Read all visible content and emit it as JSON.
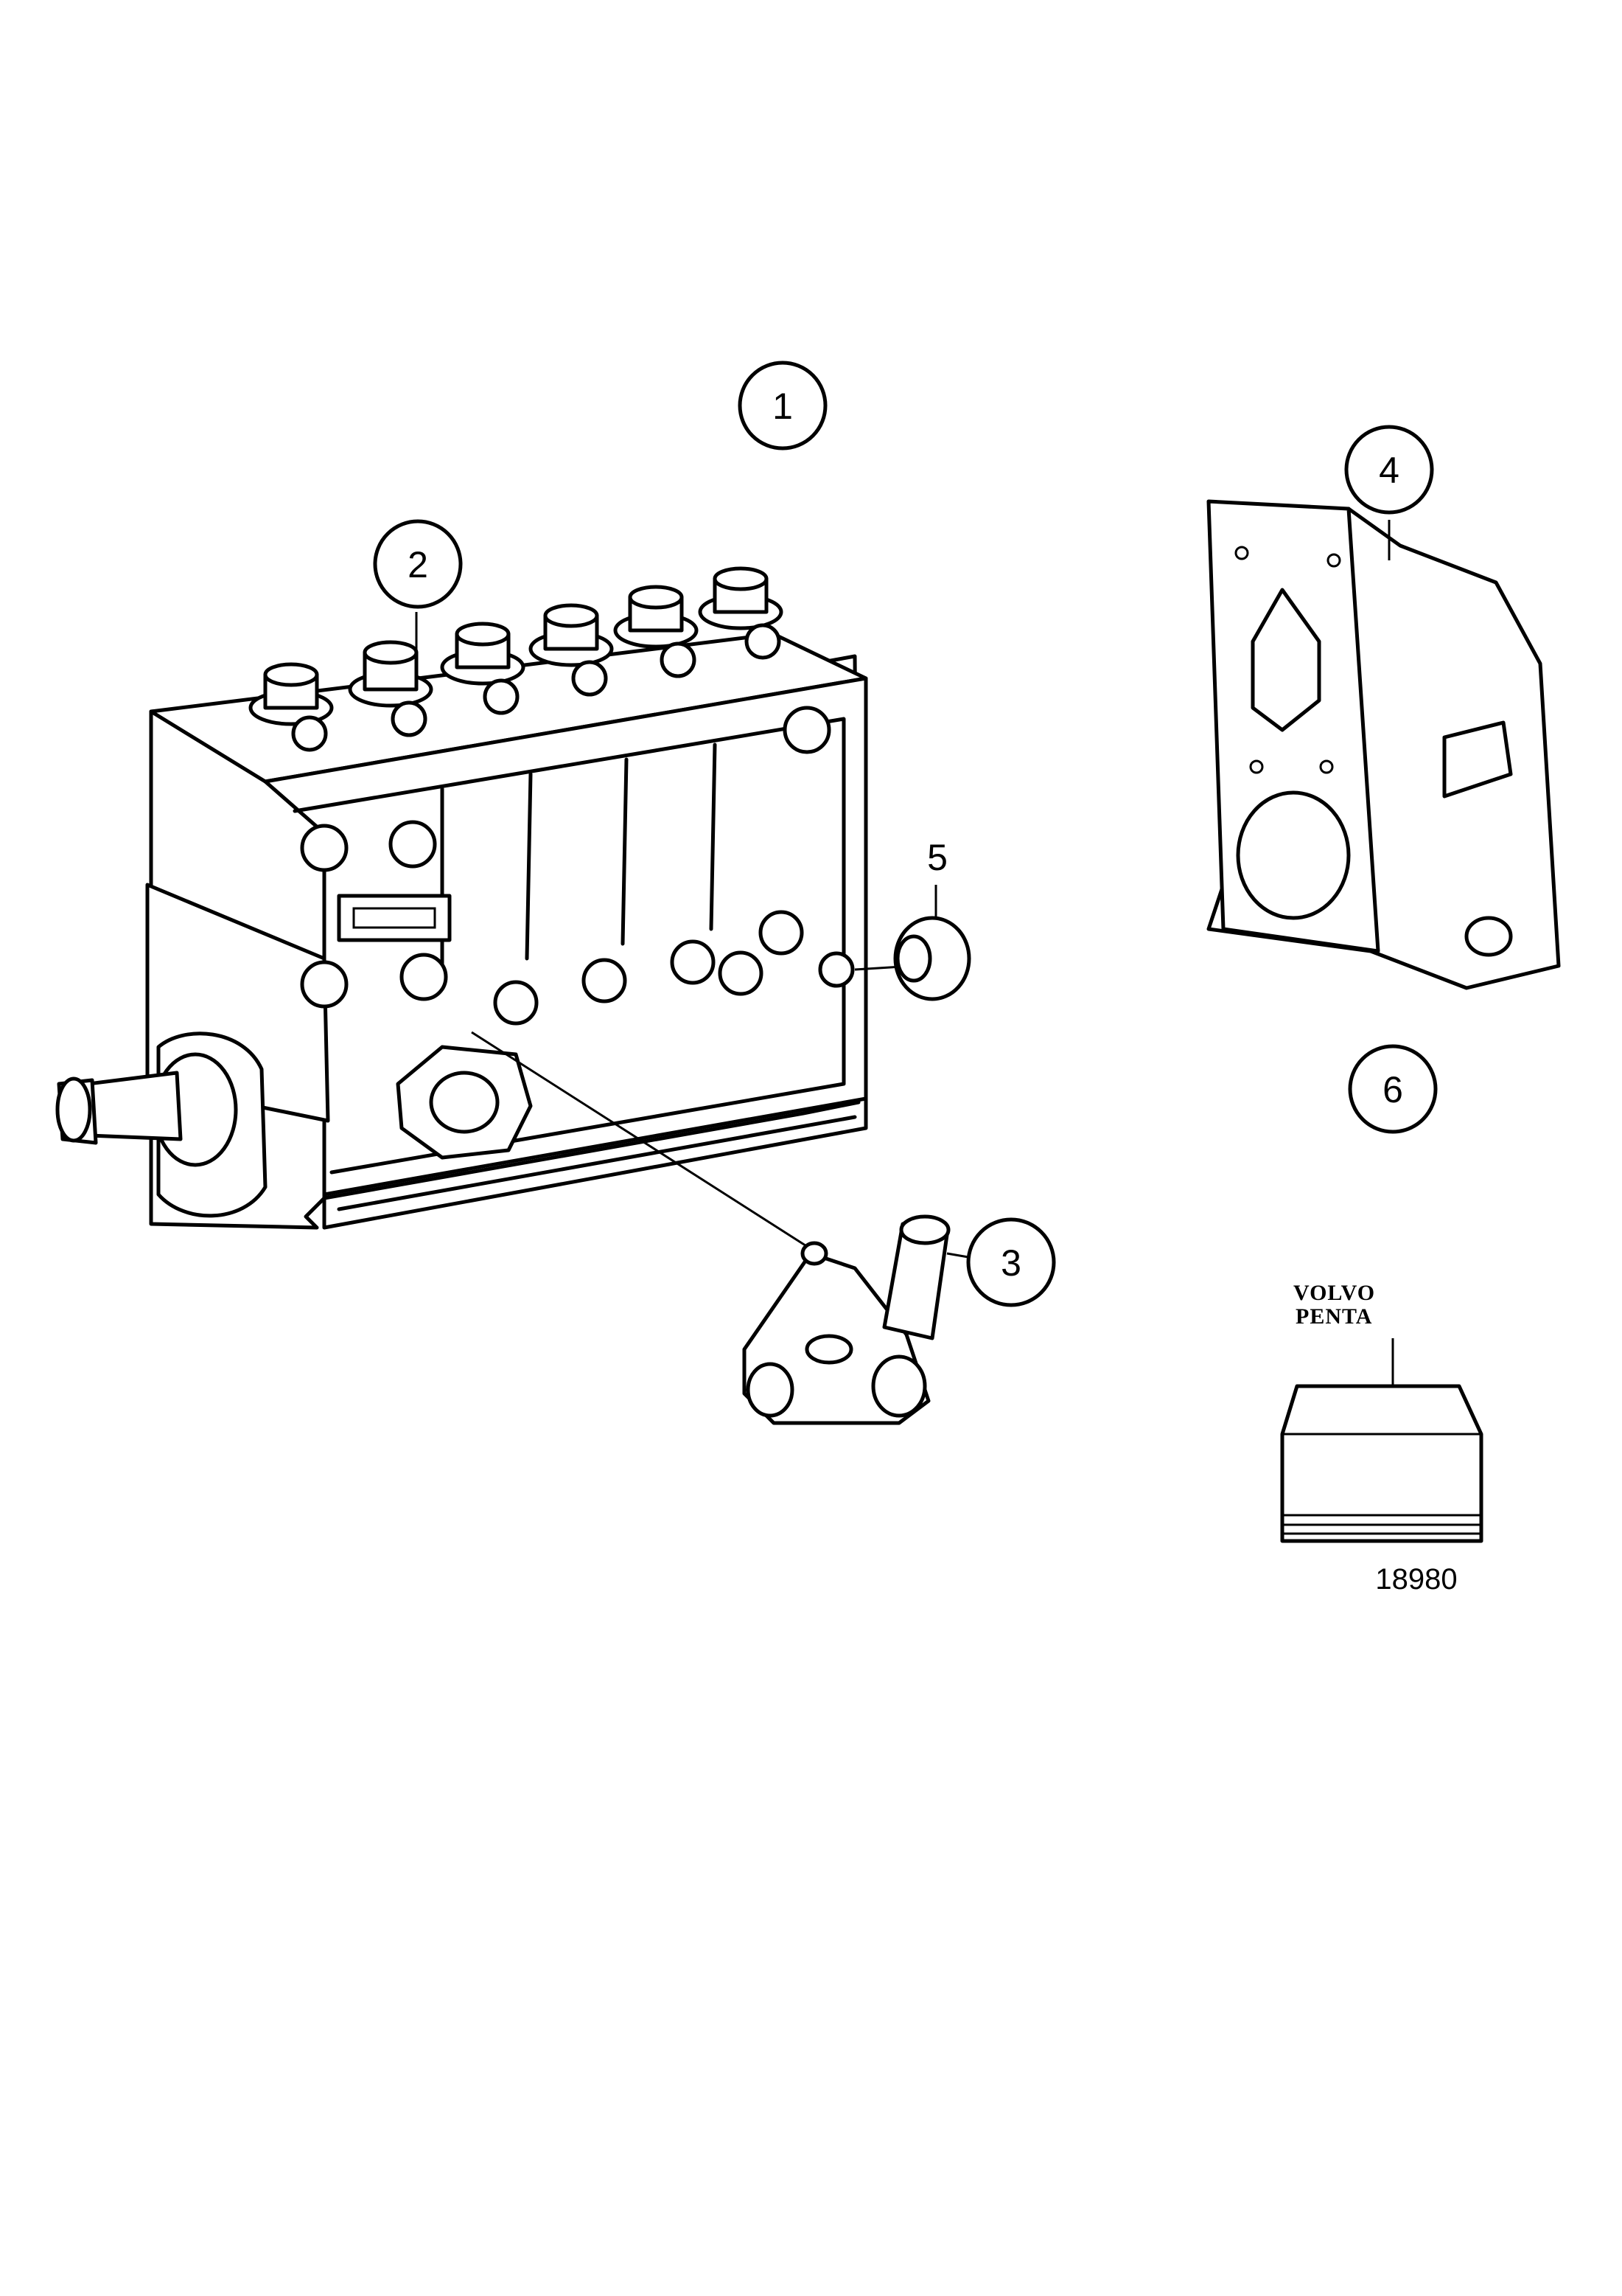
{
  "callouts": [
    {
      "id": "1",
      "label": "1"
    },
    {
      "id": "2",
      "label": "2"
    },
    {
      "id": "3",
      "label": "3"
    },
    {
      "id": "4",
      "label": "4"
    },
    {
      "id": "5",
      "label": "5"
    },
    {
      "id": "6",
      "label": "6"
    }
  ],
  "parts": {
    "gasket_kit_logo_line1": "VOLVO",
    "gasket_kit_logo_line2": "PENTA"
  },
  "figure_number": "18980"
}
